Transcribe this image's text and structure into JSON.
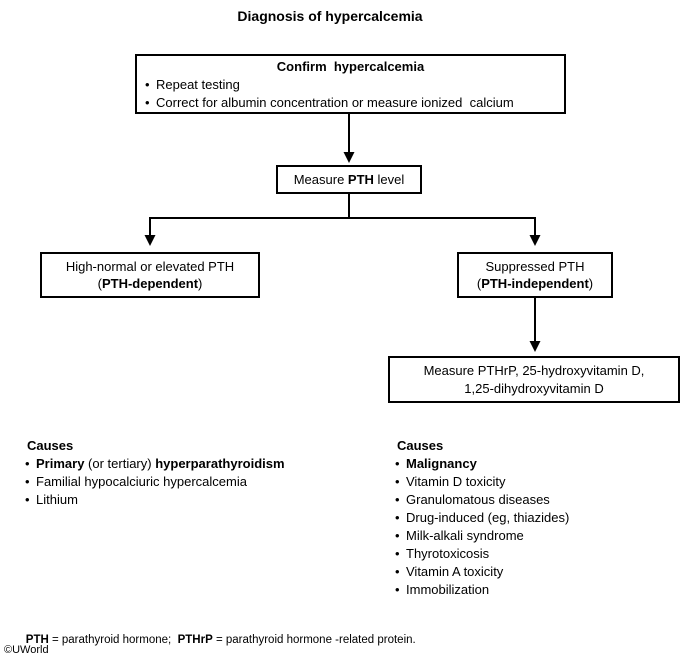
{
  "title": "Diagnosis of hypercalcemia",
  "bullet": "•",
  "confirm_box": {
    "title": "Confirm  hypercalcemia",
    "bullets": [
      "Repeat testing",
      "Correct for albumin concentration or measure ionized  calcium"
    ]
  },
  "measure_pth_box": {
    "pre": "Measure ",
    "bold": "PTH",
    "post": " level"
  },
  "left_branch_box": {
    "line1": "High-normal or elevated PTH",
    "paren_open": "(",
    "line2_bold": "PTH-dependent",
    "paren_close": ")"
  },
  "right_branch_box": {
    "line1": "Suppressed PTH",
    "paren_open": "(",
    "line2_bold": "PTH-independent",
    "paren_close": ")"
  },
  "pthrp_box": {
    "line1": "Measure PTHrP, 25-hydroxyvitamin D,",
    "line2": "1,25-dihydroxyvitamin D"
  },
  "causes_left": {
    "heading": "Causes",
    "items": [
      {
        "segments": [
          {
            "text": "Primary",
            "bold": true
          },
          {
            "text": " (or tertiary) ",
            "bold": false
          },
          {
            "text": "hyperparathyroidism",
            "bold": true
          }
        ]
      },
      {
        "segments": [
          {
            "text": "Familial hypocalciuric hypercalcemia",
            "bold": false
          }
        ]
      },
      {
        "segments": [
          {
            "text": "Lithium",
            "bold": false
          }
        ]
      }
    ]
  },
  "causes_right": {
    "heading": "Causes",
    "items": [
      "Malignancy",
      "Vitamin D toxicity",
      "Granulomatous diseases",
      "Drug-induced (eg, thiazides)",
      "Milk-alkali syndrome",
      "Thyrotoxicosis",
      "Vitamin A toxicity",
      "Immobilization"
    ]
  },
  "footnote": {
    "seg1_bold": "PTH",
    "seg2": " = parathyroid hormone;  ",
    "seg3_bold": "PTHrP",
    "seg4": " = parathyroid hormone -related protein."
  },
  "copyright": "©UWorld",
  "colors": {
    "text": "#000000",
    "background": "#ffffff",
    "line": "#000000"
  }
}
